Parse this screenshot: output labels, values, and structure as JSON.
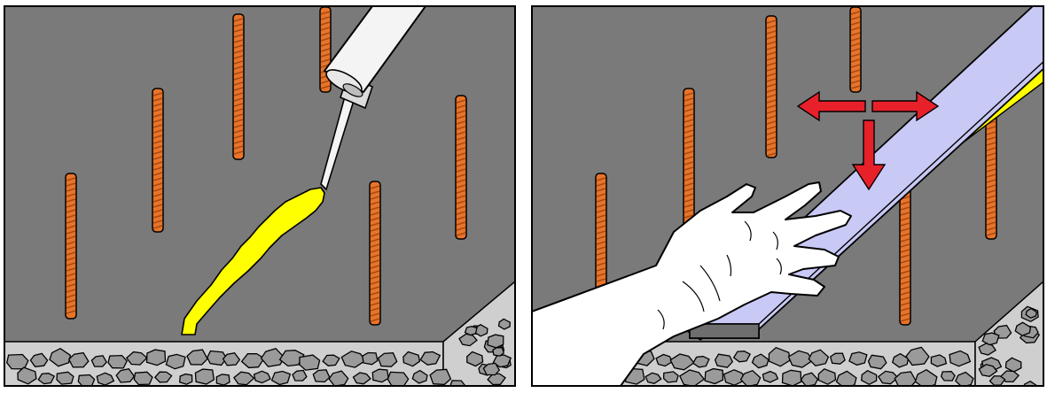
{
  "figure": {
    "panels": [
      {
        "id": "apply-sealant",
        "step": 1
      },
      {
        "id": "press-waterstop",
        "step": 2
      }
    ],
    "colors": {
      "concrete_wall": "#7a7a7a",
      "aggregate_band": "#cfcfcf",
      "aggregate_stone": "#9a9a9a",
      "rebar": "#e8742a",
      "rebar_rib": "#a84a12",
      "sealant": "#ffff00",
      "cartridge": "#f4f4f4",
      "waterstop_strip": "#c9c9f6",
      "arrow": "#e8202a",
      "outline": "#000000",
      "skin": "#ffffff"
    },
    "icons": [
      "sealant-cartridge-icon",
      "hand-icon",
      "move-arrows-icon"
    ]
  }
}
